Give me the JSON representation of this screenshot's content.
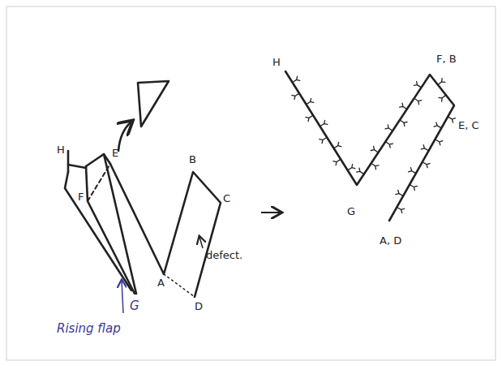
{
  "diagram": {
    "labels": [
      "H",
      "E",
      "B",
      "F",
      "C",
      "A",
      "defect.",
      "D",
      "G",
      "Rising flap",
      "H",
      "F, B",
      "E, C",
      "G",
      "A, D"
    ]
  }
}
